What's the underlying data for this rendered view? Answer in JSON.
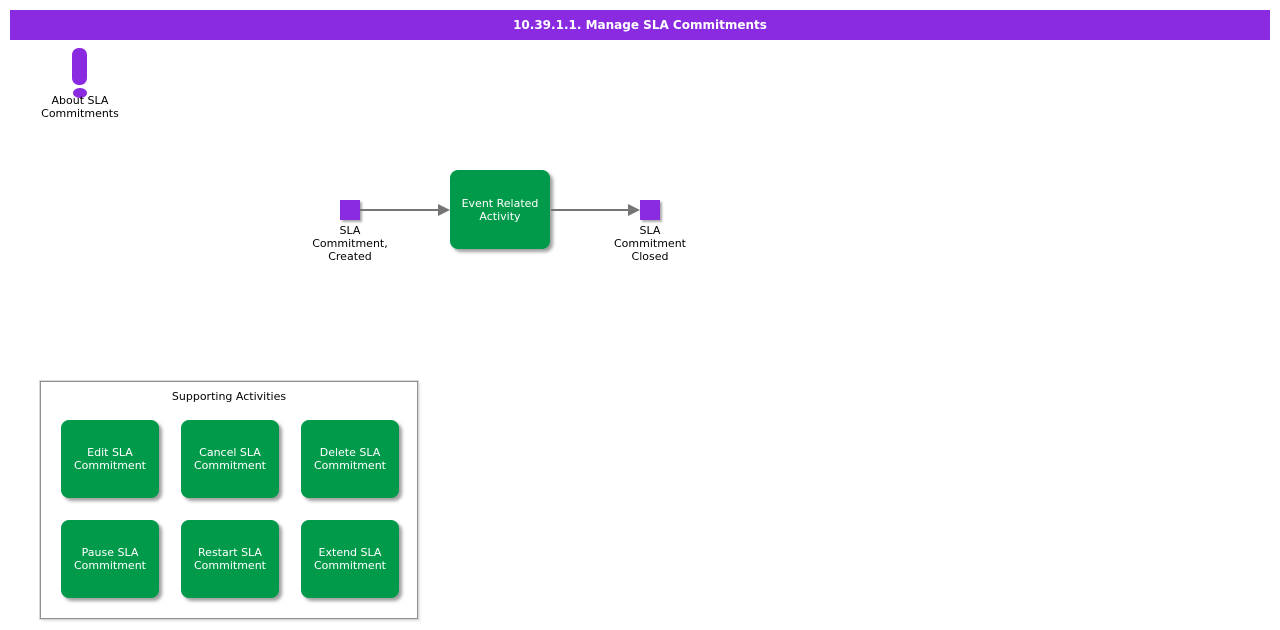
{
  "colors": {
    "purple": "#8A2BE2",
    "green": "#009A4A",
    "arrow": "#757575"
  },
  "header": {
    "title": "10.39.1.1. Manage SLA Commitments"
  },
  "about": {
    "label": "About SLA\nCommitments"
  },
  "flow": {
    "start": {
      "label": "SLA\nCommitment,\nCreated"
    },
    "activity": {
      "label": "Event Related\nActivity"
    },
    "end": {
      "label": "SLA\nCommitment\nClosed"
    }
  },
  "supporting": {
    "title": "Supporting Activities",
    "buttons": [
      {
        "label": "Edit SLA\nCommitment"
      },
      {
        "label": "Cancel SLA\nCommitment"
      },
      {
        "label": "Delete SLA\nCommitment"
      },
      {
        "label": "Pause SLA\nCommitment"
      },
      {
        "label": "Restart SLA\nCommitment"
      },
      {
        "label": "Extend SLA\nCommitment"
      }
    ]
  }
}
